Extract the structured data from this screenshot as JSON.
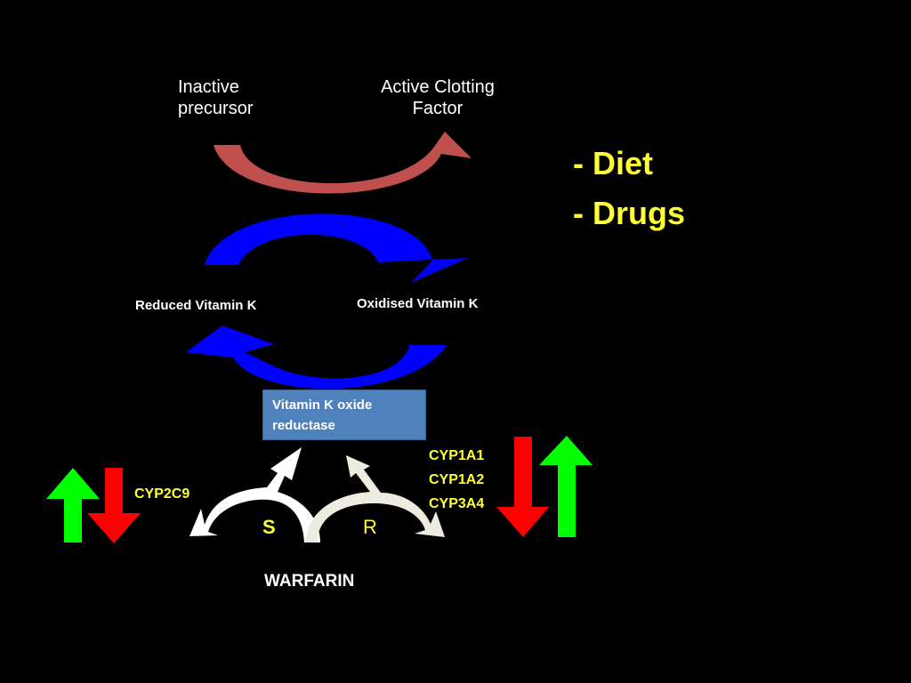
{
  "labels": {
    "inactive_line1": "Inactive",
    "inactive_line2": "precursor",
    "active_line1": "Active Clotting",
    "active_line2": "Factor",
    "reduced_vitamin_k": "Reduced Vitamin K",
    "oxidised_vitamin_k": "Oxidised Vitamin K",
    "vkor_line1": "Vitamin K oxide",
    "vkor_line2": "reductase",
    "cyp2c9": "CYP2C9",
    "cyp1a1": "CYP1A1",
    "cyp1a2": "CYP1A2",
    "cyp3a4": "CYP3A4",
    "s_enantiomer": "S",
    "r_enantiomer": "R",
    "warfarin": "WARFARIN"
  },
  "factors": {
    "diet": "- Diet",
    "drugs": "- Drugs"
  },
  "colors": {
    "background": "#000000",
    "clotting_arrow": "#c0504d",
    "vitamin_k_arrows": "#0000ff",
    "vkor_box": "#4f81bd",
    "s_arrow": "#ffffff",
    "r_arrow": "#eeece1",
    "up_arrow": "#00ff00",
    "down_arrow": "#ff0000",
    "highlight_text": "#ffff33"
  }
}
